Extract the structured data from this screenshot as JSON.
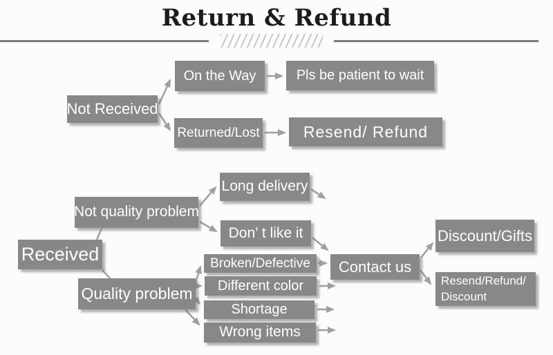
{
  "header": {
    "title": "Return & Refund"
  },
  "nodes": {
    "not_received": {
      "label": "Not Received"
    },
    "on_the_way": {
      "label": "On the Way"
    },
    "pls_be_patient": {
      "label": "Pls be patient to wait"
    },
    "returned_lost": {
      "label": "Returned/Lost"
    },
    "resend_refund": {
      "label": "Resend/ Refund"
    },
    "received": {
      "label": "Received"
    },
    "not_quality_problem": {
      "label": "Not quality problem"
    },
    "long_delivery": {
      "label": "Long delivery"
    },
    "dont_like_it": {
      "label": "Don’ t like it"
    },
    "quality_problem": {
      "label": "Quality problem"
    },
    "broken_defective": {
      "label": "Broken/Defective"
    },
    "different_color": {
      "label": "Different color"
    },
    "shortage": {
      "label": "Shortage"
    },
    "wrong_items": {
      "label": "Wrong items"
    },
    "contact_us": {
      "label": "Contact us"
    },
    "discount_gifts": {
      "label": "Discount/Gifts"
    },
    "resend_refund_discount": {
      "label": "Resend/Refund/\nDiscount"
    }
  },
  "edges": [
    {
      "from": "not_received",
      "to": "on_the_way"
    },
    {
      "from": "not_received",
      "to": "returned_lost"
    },
    {
      "from": "on_the_way",
      "to": "pls_be_patient"
    },
    {
      "from": "returned_lost",
      "to": "resend_refund"
    },
    {
      "from": "received",
      "to": "not_quality_problem"
    },
    {
      "from": "received",
      "to": "quality_problem"
    },
    {
      "from": "not_quality_problem",
      "to": "long_delivery"
    },
    {
      "from": "not_quality_problem",
      "to": "dont_like_it"
    },
    {
      "from": "long_delivery",
      "to": "contact_us"
    },
    {
      "from": "dont_like_it",
      "to": "contact_us"
    },
    {
      "from": "quality_problem",
      "to": "broken_defective"
    },
    {
      "from": "quality_problem",
      "to": "different_color"
    },
    {
      "from": "quality_problem",
      "to": "shortage"
    },
    {
      "from": "quality_problem",
      "to": "wrong_items"
    },
    {
      "from": "broken_defective",
      "to": "contact_us"
    },
    {
      "from": "different_color",
      "to": "contact_us"
    },
    {
      "from": "shortage",
      "to": "contact_us"
    },
    {
      "from": "wrong_items",
      "to": "contact_us"
    },
    {
      "from": "contact_us",
      "to": "discount_gifts"
    },
    {
      "from": "contact_us",
      "to": "resend_refund_discount"
    }
  ],
  "colors": {
    "node_bg": "#888888",
    "node_text": "#ffffff",
    "arrow": "#a0a0a0",
    "divider": "#7b7b7b",
    "title": "#1c1c1c"
  }
}
